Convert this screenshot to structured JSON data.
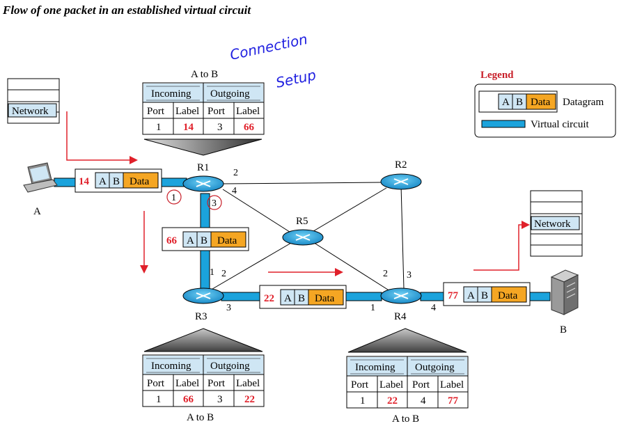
{
  "title": "Flow of one packet in an established virtual circuit",
  "annotation": {
    "line1": "Connection",
    "line2": "Setup"
  },
  "legend": {
    "title": "Legend",
    "datagram": "Datagram",
    "virtual_circuit": "Virtual circuit"
  },
  "packet": {
    "a": "A",
    "b": "B",
    "data": "Data"
  },
  "hosts": {
    "a": "A",
    "b": "B",
    "network": "Network"
  },
  "routers": {
    "r1": "R1",
    "r2": "R2",
    "r3": "R3",
    "r4": "R4",
    "r5": "R5"
  },
  "ports": {
    "r1_p1": "1",
    "r1_p2": "2",
    "r1_p3": "3",
    "r1_p4": "4",
    "r3_p1": "1",
    "r3_p2": "2",
    "r3_p3": "3",
    "r4_p1": "1",
    "r4_p2": "2",
    "r4_p3": "3",
    "r4_p4": "4"
  },
  "packets": [
    {
      "label": "14"
    },
    {
      "label": "66"
    },
    {
      "label": "22"
    },
    {
      "label": "77"
    }
  ],
  "tables": {
    "r1": {
      "caption": "A to B",
      "incoming": "Incoming",
      "outgoing": "Outgoing",
      "col1": "Port",
      "col2": "Label",
      "col3": "Port",
      "col4": "Label",
      "in_port": "1",
      "in_label": "14",
      "out_port": "3",
      "out_label": "66"
    },
    "r3": {
      "caption": "A to B",
      "incoming": "Incoming",
      "outgoing": "Outgoing",
      "col1": "Port",
      "col2": "Label",
      "col3": "Port",
      "col4": "Label",
      "in_port": "1",
      "in_label": "66",
      "out_port": "3",
      "out_label": "22"
    },
    "r4": {
      "caption": "A to B",
      "incoming": "Incoming",
      "outgoing": "Outgoing",
      "col1": "Port",
      "col2": "Label",
      "col3": "Port",
      "col4": "Label",
      "in_port": "1",
      "in_label": "22",
      "out_port": "4",
      "out_label": "77"
    }
  },
  "colors": {
    "circuit": "#1ba3dc",
    "packet_ab": "#cfe6f4",
    "packet_data": "#f5a623",
    "label_red": "#e0202a",
    "table_header": "#cfe6f4"
  }
}
